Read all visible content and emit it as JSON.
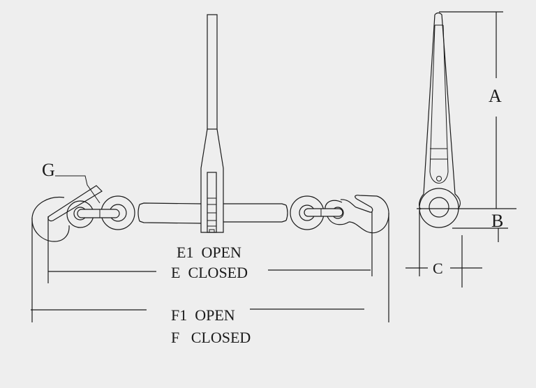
{
  "diagram": {
    "type": "technical-drawing",
    "subject": "ratchet/lever load binder with hooks",
    "colors": {
      "background": "#eeeeee",
      "line": "#1a1a1a"
    },
    "dimension_labels": {
      "A": "A",
      "B": "B",
      "C": "C",
      "G": "G",
      "E1_open": "E1  OPEN",
      "E_closed": "E  CLOSED",
      "F1_open": "F1  OPEN",
      "F_closed": "F   CLOSED"
    },
    "views": [
      {
        "name": "front-view",
        "parts": [
          "left-hook",
          "left-chain-link",
          "left-eye",
          "left-barrel",
          "lever-handle",
          "right-barrel",
          "right-eye",
          "right-chain-link",
          "right-hook"
        ]
      },
      {
        "name": "side-view",
        "parts": [
          "lever-handle-side",
          "eye-ring"
        ]
      }
    ]
  }
}
